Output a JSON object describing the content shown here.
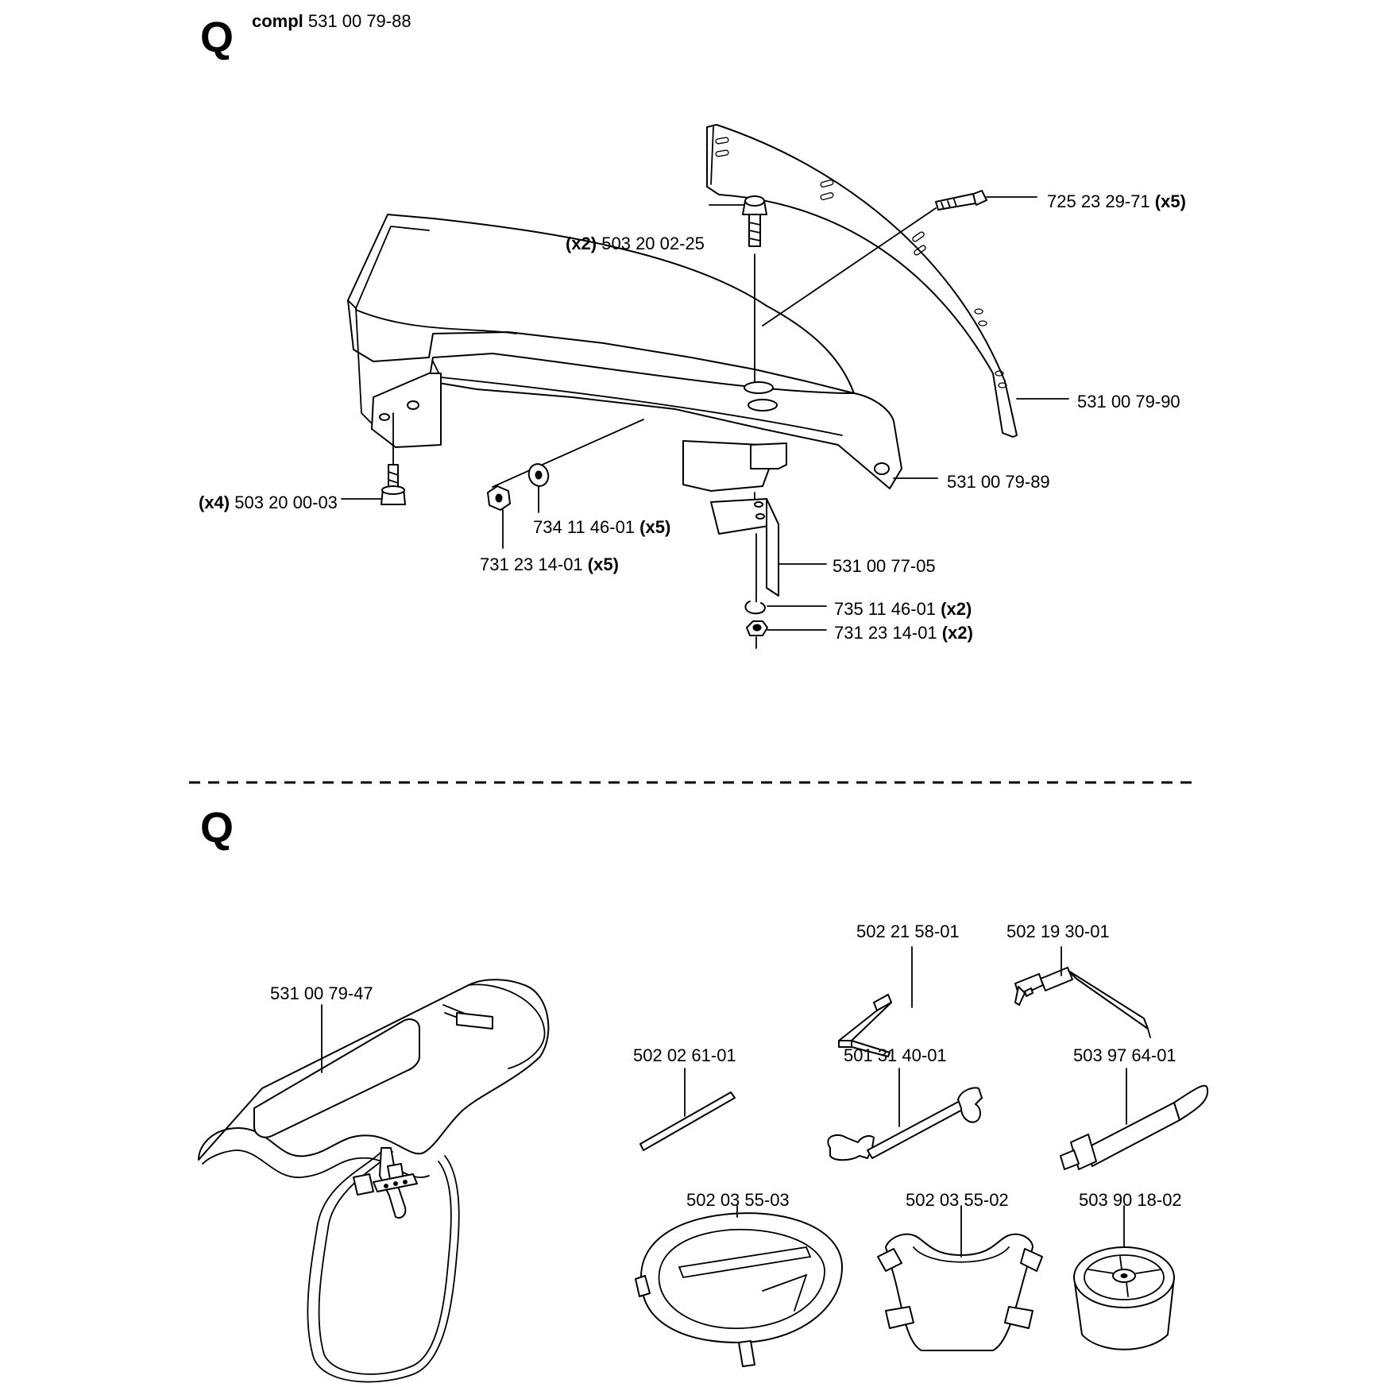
{
  "sections": [
    {
      "letter": "Q",
      "compl_prefix": "compl",
      "compl_part": "531 00 79-88"
    },
    {
      "letter": "Q"
    }
  ],
  "callouts_top": [
    {
      "qty": "",
      "part": "725 23 29-71",
      "suffix": "(x5)"
    },
    {
      "qty": "(x2)",
      "part": "503 20 02-25",
      "suffix": ""
    },
    {
      "qty": "",
      "part": "531 00 79-90",
      "suffix": ""
    },
    {
      "qty": "",
      "part": "531 00 79-89",
      "suffix": ""
    },
    {
      "qty": "(x4)",
      "part": "503 20 00-03",
      "suffix": ""
    },
    {
      "qty": "",
      "part": "734 11 46-01",
      "suffix": "(x5)"
    },
    {
      "qty": "",
      "part": "731 23 14-01",
      "suffix": "(x5)"
    },
    {
      "qty": "",
      "part": "531 00 77-05",
      "suffix": ""
    },
    {
      "qty": "",
      "part": "735 11 46-01",
      "suffix": "(x2)"
    },
    {
      "qty": "",
      "part": "731 23 14-01",
      "suffix": "(x2)"
    }
  ],
  "callouts_bottom": [
    {
      "part": "531 00 79-47"
    },
    {
      "part": "502 21 58-01"
    },
    {
      "part": "502 19 30-01"
    },
    {
      "part": "502 02 61-01"
    },
    {
      "part": "501 31 40-01"
    },
    {
      "part": "503 97 64-01"
    },
    {
      "part": "502 03 55-03"
    },
    {
      "part": "502 03 55-02"
    },
    {
      "part": "503 90 18-02"
    }
  ]
}
